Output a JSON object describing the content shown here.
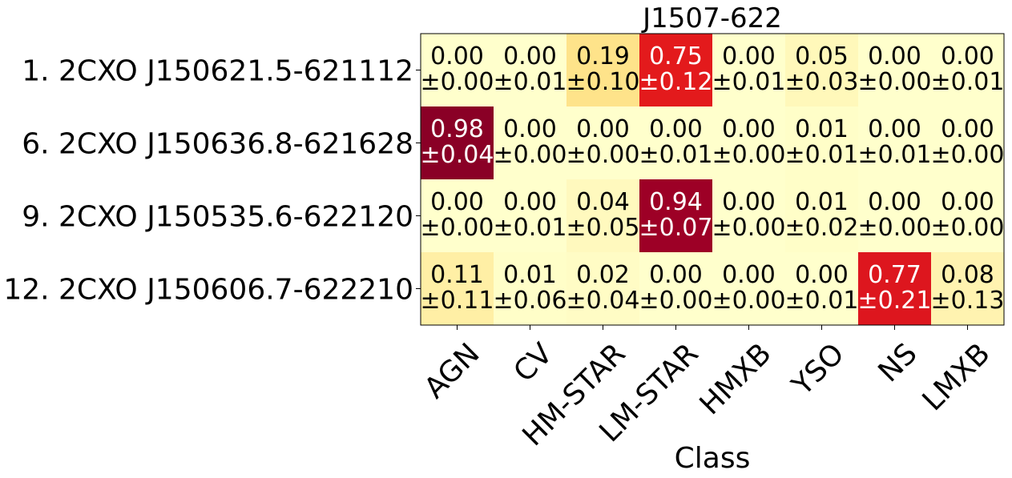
{
  "chart_data": {
    "type": "heatmap",
    "title": "J1507-622",
    "xlabel": "Class",
    "ylabel": "",
    "colormap": "YlOrRd",
    "value_range": [
      0,
      1
    ],
    "columns": [
      "AGN",
      "CV",
      "HM-STAR",
      "LM-STAR",
      "HMXB",
      "YSO",
      "NS",
      "LMXB"
    ],
    "rows": [
      {
        "label": "1. 2CXO J150621.5-621112",
        "values": [
          0.0,
          0.0,
          0.19,
          0.75,
          0.0,
          0.05,
          0.0,
          0.0
        ],
        "value_labels": [
          "0.00",
          "0.00",
          "0.19",
          "0.75",
          "0.00",
          "0.05",
          "0.00",
          "0.00"
        ],
        "error_labels": [
          "±0.00",
          "±0.01",
          "±0.10",
          "±0.12",
          "±0.01",
          "±0.03",
          "±0.00",
          "±0.01"
        ]
      },
      {
        "label": "6. 2CXO J150636.8-621628",
        "values": [
          0.98,
          0.0,
          0.0,
          0.0,
          0.0,
          0.01,
          0.0,
          0.0
        ],
        "value_labels": [
          "0.98",
          "0.00",
          "0.00",
          "0.00",
          "0.00",
          "0.01",
          "0.00",
          "0.00"
        ],
        "error_labels": [
          "±0.04",
          "±0.00",
          "±0.00",
          "±0.01",
          "±0.00",
          "±0.01",
          "±0.01",
          "±0.00"
        ]
      },
      {
        "label": "9. 2CXO J150535.6-622120",
        "values": [
          0.0,
          0.0,
          0.04,
          0.94,
          0.0,
          0.01,
          0.0,
          0.0
        ],
        "value_labels": [
          "0.00",
          "0.00",
          "0.04",
          "0.94",
          "0.00",
          "0.01",
          "0.00",
          "0.00"
        ],
        "error_labels": [
          "±0.00",
          "±0.01",
          "±0.05",
          "±0.07",
          "±0.00",
          "±0.02",
          "±0.00",
          "±0.00"
        ]
      },
      {
        "label": "12. 2CXO J150606.7-622210",
        "values": [
          0.11,
          0.01,
          0.02,
          0.0,
          0.0,
          0.0,
          0.77,
          0.08
        ],
        "value_labels": [
          "0.11",
          "0.01",
          "0.02",
          "0.00",
          "0.00",
          "0.00",
          "0.77",
          "0.08"
        ],
        "error_labels": [
          "±0.11",
          "±0.06",
          "±0.04",
          "±0.00",
          "±0.00",
          "±0.01",
          "±0.21",
          "±0.13"
        ]
      }
    ]
  }
}
